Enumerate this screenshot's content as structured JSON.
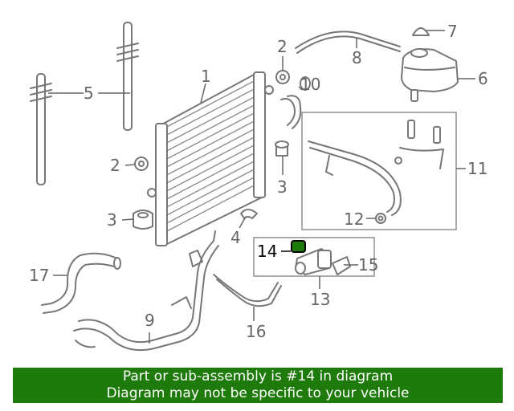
{
  "callouts": {
    "c1": "1",
    "c2a": "2",
    "c2b": "2",
    "c3a": "3",
    "c3b": "3",
    "c4": "4",
    "c5": "5",
    "c6": "6",
    "c7": "7",
    "c8": "8",
    "c9": "9",
    "c10": "10",
    "c11": "11",
    "c12": "12",
    "c13": "13",
    "c14": "14",
    "c15": "15",
    "c16": "16",
    "c17": "17"
  },
  "colors": {
    "highlight_part": "#1e7a0b",
    "banner_bg": "#1e7a0b",
    "banner_text": "#ffffff",
    "line_art": "#777777"
  },
  "banner": {
    "line1": "Part or sub-assembly is #14 in diagram",
    "line2": "Diagram may not be specific to your vehicle"
  }
}
